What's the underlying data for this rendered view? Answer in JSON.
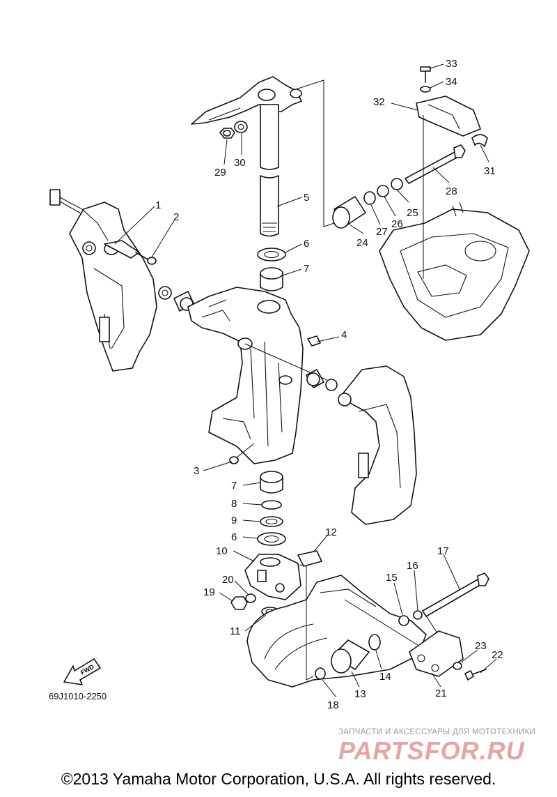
{
  "diagram": {
    "code": "69J1010-2250",
    "fwd_label": "FWD",
    "callouts": [
      "1",
      "2",
      "3",
      "4",
      "5",
      "6",
      "6",
      "7",
      "7",
      "8",
      "9",
      "10",
      "11",
      "12",
      "13",
      "14",
      "15",
      "16",
      "17",
      "18",
      "19",
      "20",
      "21",
      "22",
      "23",
      "24",
      "25",
      "26",
      "27",
      "28",
      "29",
      "30",
      "31",
      "32",
      "33",
      "34"
    ]
  },
  "watermark": {
    "subtitle": "ЗАПЧАСТИ И АКСЕССУАРЫ ДЛЯ МОТОТЕХНИКИ",
    "logo": "PARTSFOR.RU",
    "logo_color": "#e8a3a3"
  },
  "copyright": "©2013 Yamaha Motor Corporation, U.S.A. All rights reserved."
}
